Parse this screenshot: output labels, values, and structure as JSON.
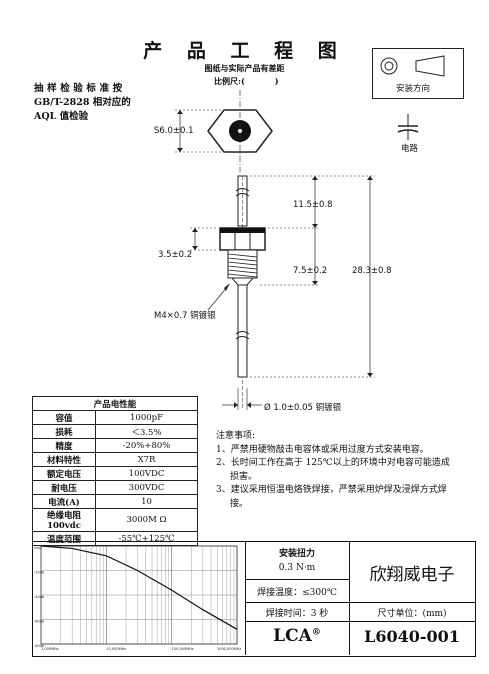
{
  "header": {
    "title": "产 品 工 程 图",
    "subtitle": "图纸与实际产品有差距",
    "scale_label": "比例尺:(",
    "scale_close": ")"
  },
  "left_note": {
    "line1": "抽样检验标准按",
    "line2": "GB/T-2828 相对应的",
    "line3": "AQL 值检验"
  },
  "legend_box": {
    "install_label": "安装方向",
    "circuit_label": "电路"
  },
  "dimensions": {
    "hex": "S6.0±0.1",
    "top_lead": "11.5±0.8",
    "nut_height": "3.5±0.2",
    "thread_len": "7.5±0.2",
    "total_len": "28.3±0.8",
    "thread": "M4×0.7 铜镀银",
    "wire": "Ø 1.0±0.05 铜镀银"
  },
  "properties": {
    "header": "产品电性能",
    "rows": [
      {
        "k": "容值",
        "v": "1000pF"
      },
      {
        "k": "损耗",
        "v": "＜3.5%"
      },
      {
        "k": "精度",
        "v": "-20%+80%"
      },
      {
        "k": "材料特性",
        "v": "X7R"
      },
      {
        "k": "额定电压",
        "v": "100VDC"
      },
      {
        "k": "耐电压",
        "v": "300VDC"
      },
      {
        "k": "电流(A)",
        "v": "10"
      },
      {
        "k": "绝缘电阻 100vdc",
        "v": "3000M Ω"
      },
      {
        "k": "温度范围",
        "v": "-55℃+125℃"
      }
    ]
  },
  "notes": {
    "title": "注意事项:",
    "items": [
      "1、严禁用硬物敲击电容体或采用过度方式安装电容。",
      "2、长时间工作在高于 125℃以上的环境中对电容可能造成损害。",
      "3、建议采用恒温电烙铁焊接，严禁采用炉焊及浸焊方式焊接。"
    ]
  },
  "title_block": {
    "torque_label": "安装扭力",
    "torque_value": "0.3 N·m",
    "solder_temp": "焊接温度：≤300℃",
    "solder_time": "焊接时间：3 秒",
    "company": "欣翔威电子",
    "unit": "尺寸单位：(mm)",
    "brand": "LCA",
    "reg": "®",
    "part_no": "L6040-001"
  },
  "chart_data": {
    "type": "line",
    "xlabel": "",
    "ylabel": "",
    "x_ticks": [
      "1,000MHz",
      "10,000MHz",
      "100,000MHz",
      "1000,000MHz"
    ],
    "y_ticks": [
      "0db",
      "-20db",
      "-40db",
      "-60db",
      "-80db"
    ],
    "series": [
      {
        "x": [
          1,
          3,
          10,
          30,
          100,
          300,
          1000
        ],
        "y": [
          0,
          -2,
          -8,
          -20,
          -36,
          -52,
          -68
        ]
      }
    ],
    "xscale": "log",
    "ylim": [
      -80,
      0
    ],
    "grid": true
  }
}
